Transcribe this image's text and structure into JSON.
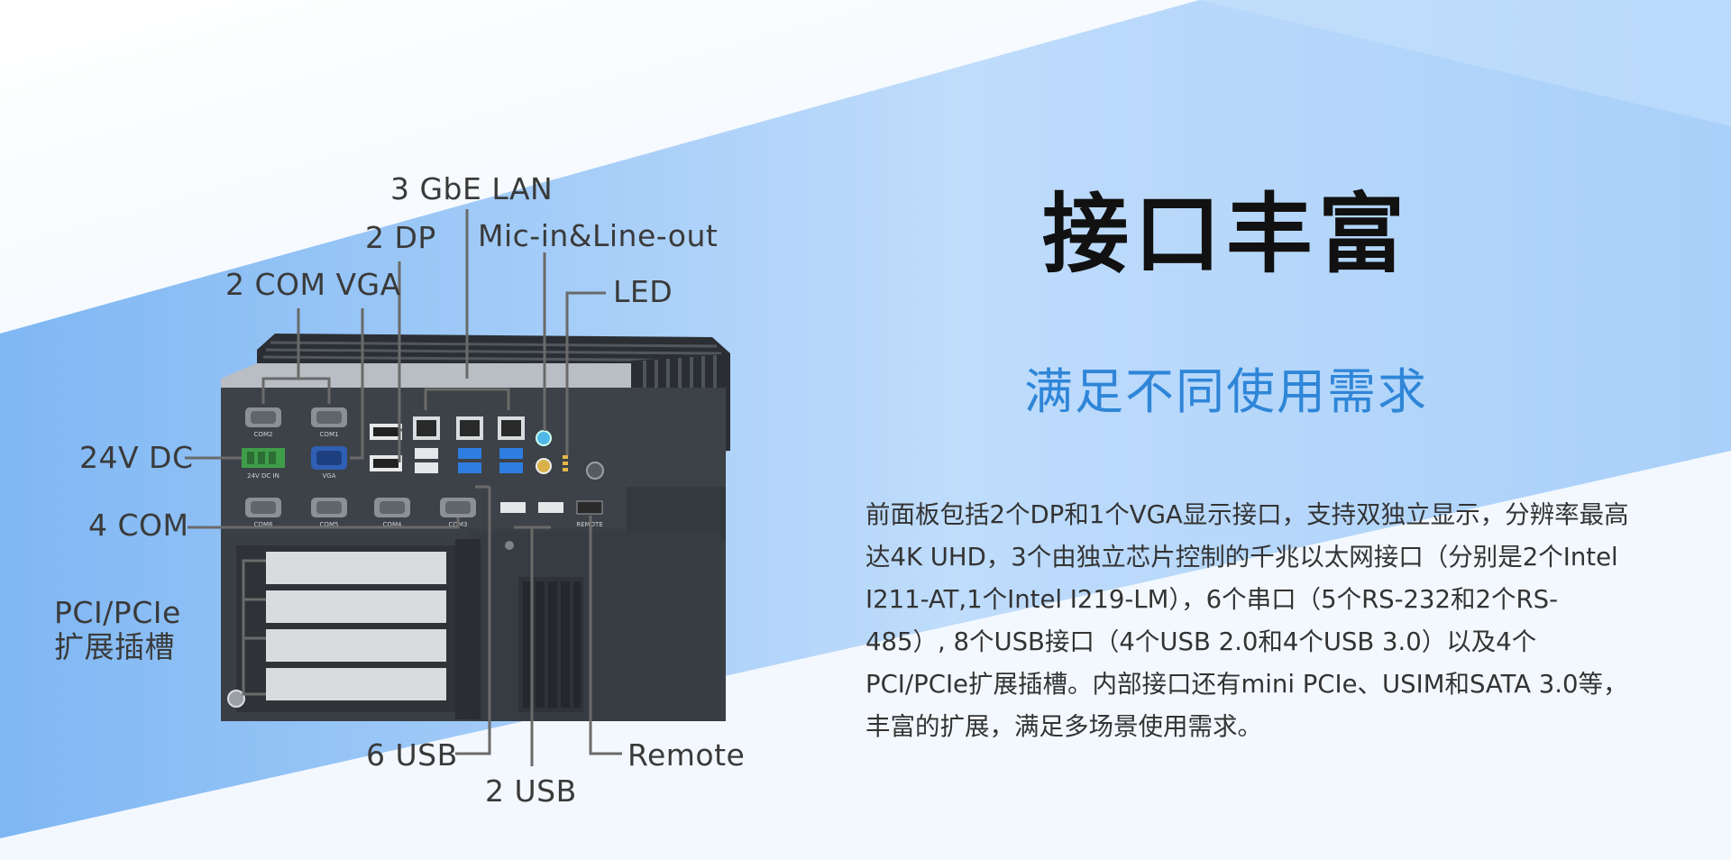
{
  "heading": {
    "title": "接口丰富",
    "subtitle": "满足不同使用需求"
  },
  "description": "前面板包括2个DP和1个VGA显示接口，支持双独立显示，分辨率最高达4K UHD，3个由独立芯片控制的千兆以太网接口（分别是2个Intel I211-AT,1个Intel I219-LM），6个串口（5个RS-232和2个RS-485）, 8个USB接口（4个USB 2.0和4个USB 3.0）以及4个PCI/PCIe扩展插槽。内部接口还有mini PCIe、USIM和SATA 3.0等，丰富的扩展，满足多场景使用需求。",
  "callouts": {
    "lan": "3 GbE LAN",
    "dp": "2 DP",
    "mic": "Mic-in&Line-out",
    "com_vga": "2 COM  VGA",
    "led": "LED",
    "dc": "24V DC",
    "com4": "4 COM",
    "pci_line1": "PCI/PCIe",
    "pci_line2": "扩展插槽",
    "usb6": "6 USB",
    "usb2": "2 USB",
    "remote": "Remote"
  },
  "device_silkscreen": {
    "com2": "COM2",
    "com1": "COM1",
    "vga": "VGA",
    "com6": "COM6",
    "com5": "COM5",
    "com4": "COM4",
    "com3": "COM3",
    "dc_power": "24V DC IN",
    "remote": "REMOTE"
  },
  "colors": {
    "accent_blue": "#2f86d8",
    "bg_light_blue": "#bcd9fb",
    "bg_mid_blue": "#8cc0f5",
    "device_body": "#3d4248",
    "callout_line": "#6a6a6a"
  }
}
